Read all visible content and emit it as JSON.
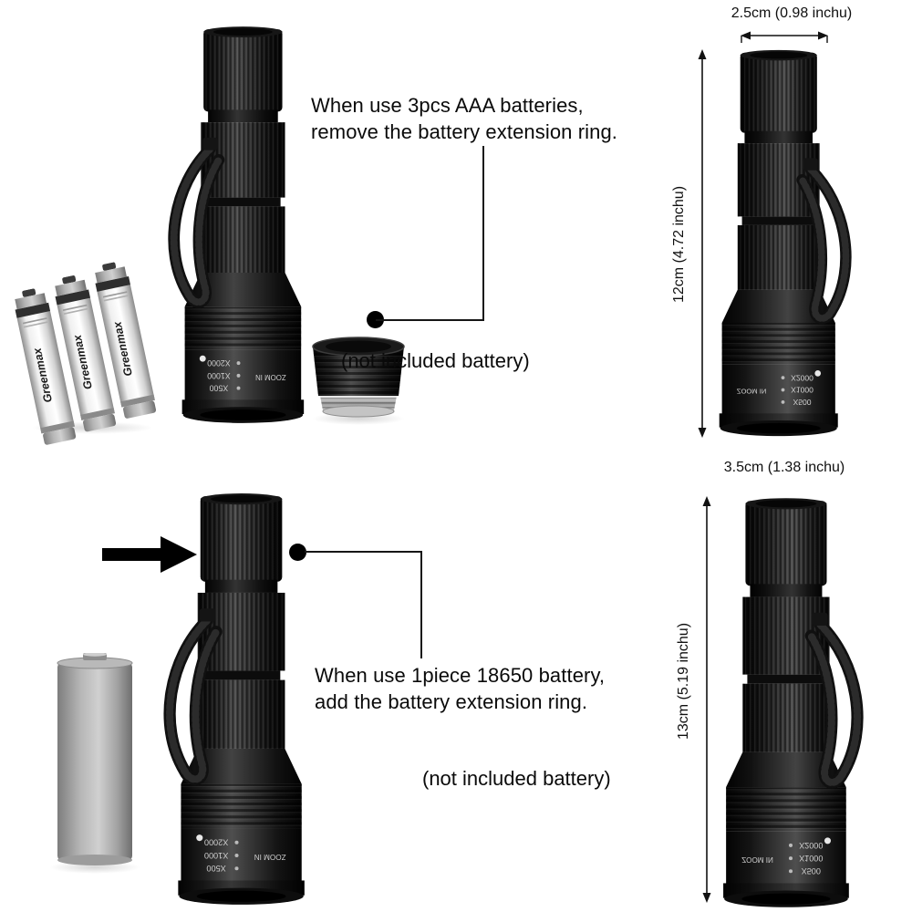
{
  "annotations": {
    "aaa": {
      "line1": "When use 3pcs AAA batteries,",
      "line2": "remove the battery extension ring.",
      "not_included": "(not included battery)"
    },
    "b18650": {
      "line1": "When use 1piece 18650 battery,",
      "line2": "add the battery extension ring.",
      "not_included": "(not included battery)"
    }
  },
  "dimensions": {
    "tail_width": "2.5cm (0.98 inchu)",
    "length_without_ring": "12cm (4.72 inchu)",
    "head_width": "3.5cm (1.38 inchu)",
    "length_with_ring": "13cm (5.19 inchu)"
  },
  "products": {
    "battery_brand": "Greenmax",
    "flashlight_markings": [
      "X2000",
      "X1000",
      "X500",
      "ZOOM IN"
    ]
  },
  "colors": {
    "background": "#ffffff",
    "text": "#0a0a0a",
    "line": "#161616",
    "flashlight_black": "#101010",
    "battery_gray": "#b5b5b5"
  }
}
